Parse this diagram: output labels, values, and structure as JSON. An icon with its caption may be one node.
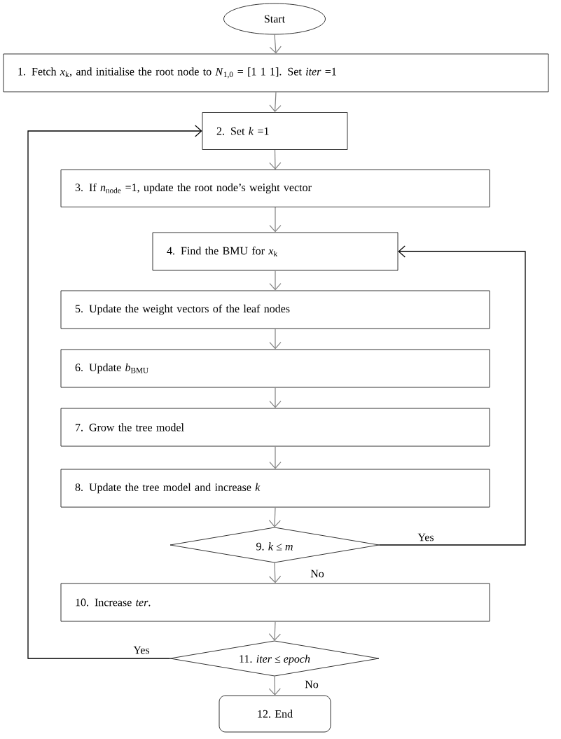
{
  "diagram": {
    "nodes": [
      {
        "text": [
          "Start"
        ]
      },
      {
        "text": [
          "1. Fetch *x*$_{k}$, and initialise the root node to *N*$_{1,0}$ = [1 1 1].   Set *iter* =1"
        ]
      },
      {
        "text": [
          "2. Set *k* =1"
        ]
      },
      {
        "text": [
          "3. If *n*$_{node}$ =1, update the root node’s weight vector"
        ]
      },
      {
        "text": [
          "4. Find the BMU for *x*$_{k}$"
        ]
      },
      {
        "text": [
          "5. Update the weight vectors of the leaf nodes"
        ]
      },
      {
        "text": [
          "6. Update *b*$_{BMU}$"
        ]
      },
      {
        "text": [
          "7. Grow the tree model"
        ]
      },
      {
        "text": [
          "8. Update the tree model and increase *k*"
        ]
      },
      {
        "text": [
          "9. *k* ≤ *m*"
        ]
      },
      {
        "text": [
          "10. Increase *ter*."
        ]
      },
      {
        "text": [
          "11. *iter* ≤ *epoch*"
        ]
      },
      {
        "text": [
          "12. End"
        ]
      }
    ],
    "edges": [
      {
        "from": 0,
        "to": 1,
        "arrow": "to"
      },
      {
        "from": 1,
        "to": 2,
        "arrow": "to"
      },
      {
        "from": 2,
        "to": 3,
        "arrow": "to"
      },
      {
        "from": 3,
        "to": 4,
        "arrow": "to"
      },
      {
        "from": 4,
        "to": 5,
        "arrow": "to"
      },
      {
        "from": 5,
        "to": 6,
        "arrow": "to"
      },
      {
        "from": 6,
        "to": 7,
        "arrow": "to"
      },
      {
        "from": 7,
        "to": 8,
        "arrow": "to"
      },
      {
        "from": 8,
        "to": 9,
        "arrow": "to"
      },
      {
        "from": 9,
        "to": 4,
        "arrow": "to",
        "label": "Yes",
        "color": "#000000"
      },
      {
        "from": 9,
        "to": 10,
        "arrow": "to",
        "label": "No"
      },
      {
        "from": 10,
        "to": 11,
        "arrow": "to"
      },
      {
        "from": 11,
        "to": 2,
        "arrow": "to",
        "label": "Yes",
        "color": "#000000"
      },
      {
        "from": 11,
        "to": 12,
        "arrow": "to",
        "label": "No"
      }
    ]
  }
}
